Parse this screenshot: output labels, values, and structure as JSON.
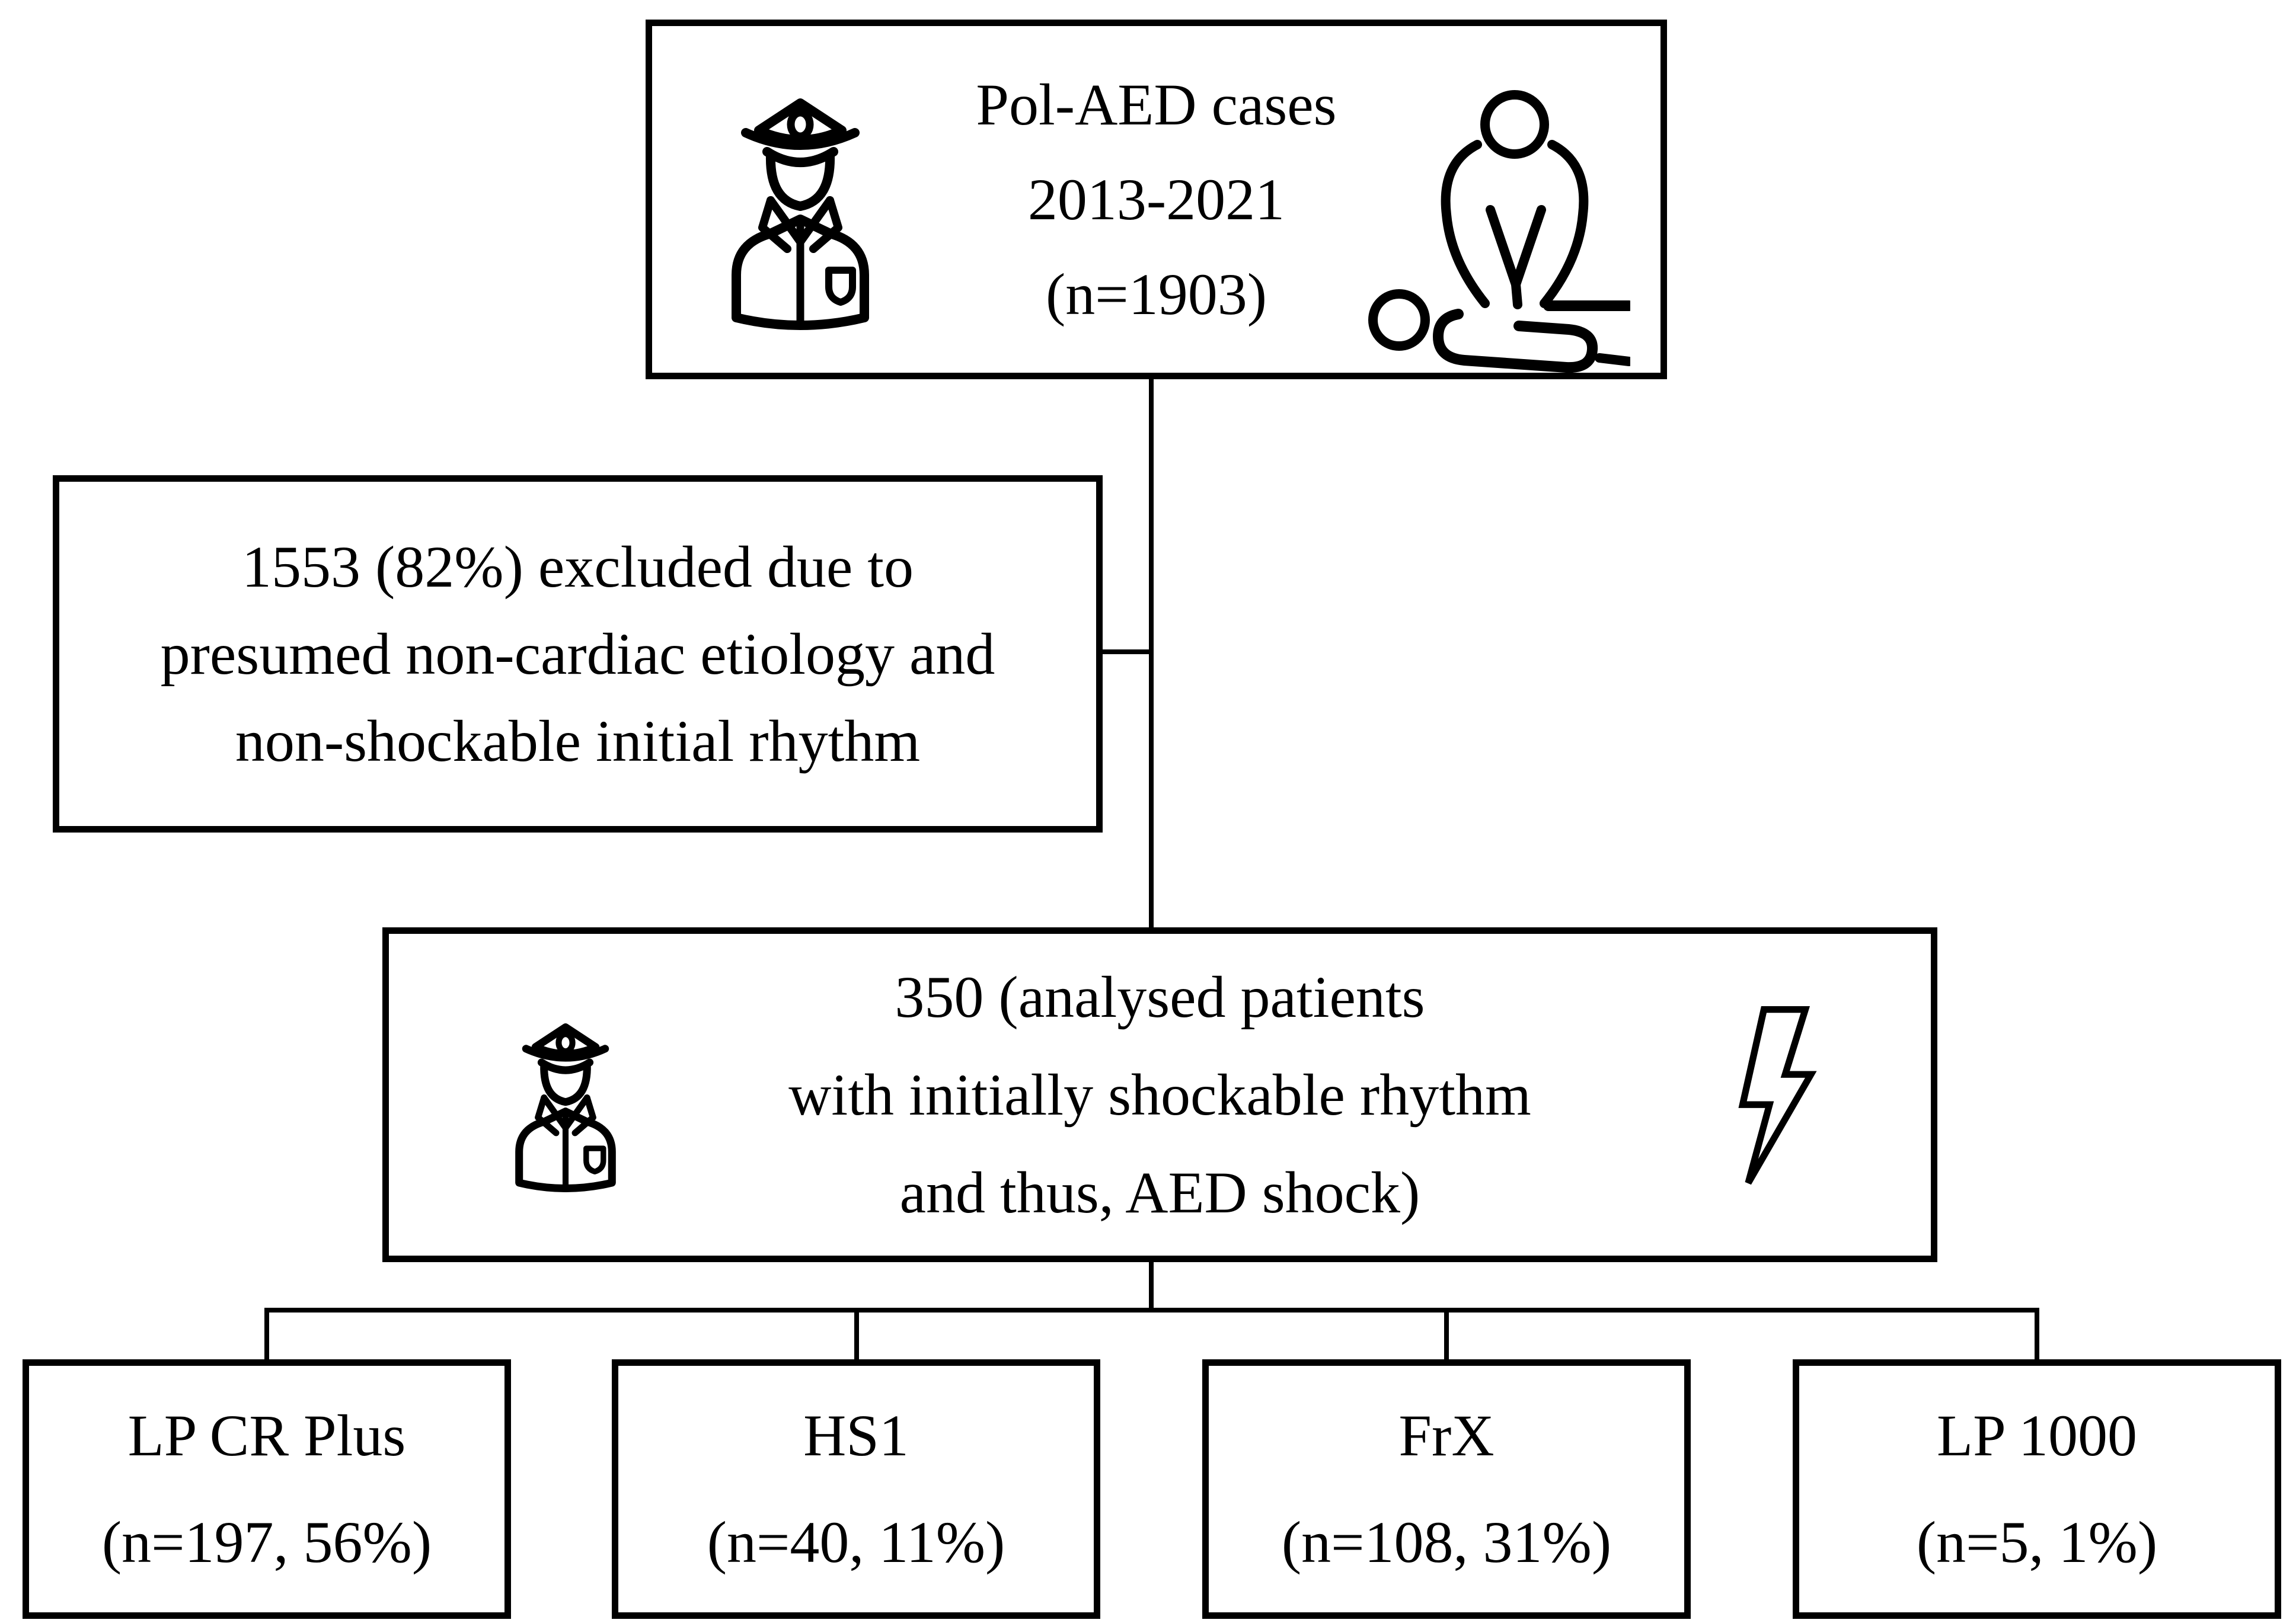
{
  "figure": {
    "background_color": "#ffffff",
    "line_color": "#000000",
    "text_color": "#000000",
    "boxes": {
      "top": {
        "lines": [
          "Pol-AED cases",
          "2013-2021",
          "(n=1903)"
        ]
      },
      "excluded": {
        "lines": [
          "1553 (82%) excluded due to",
          "presumed non-cardiac etiology and",
          "non-shockable initial rhythm"
        ]
      },
      "analysed": {
        "lines": [
          "350 (analysed patients",
          "with initially shockable rhythm",
          "and thus, AED shock)"
        ]
      },
      "devices": [
        {
          "name": "LP CR Plus",
          "count": "(n=197, 56%)"
        },
        {
          "name": "HS1",
          "count": "(n=40, 11%)"
        },
        {
          "name": "FrX",
          "count": "(n=108, 31%)"
        },
        {
          "name": "LP 1000",
          "count": "(n=5, 1%)"
        }
      ]
    },
    "icons": {
      "top_left": "police-officer",
      "top_right": "cpr-chest-compression",
      "middle_left": "police-officer",
      "middle_right": "lightning-bolt"
    }
  }
}
